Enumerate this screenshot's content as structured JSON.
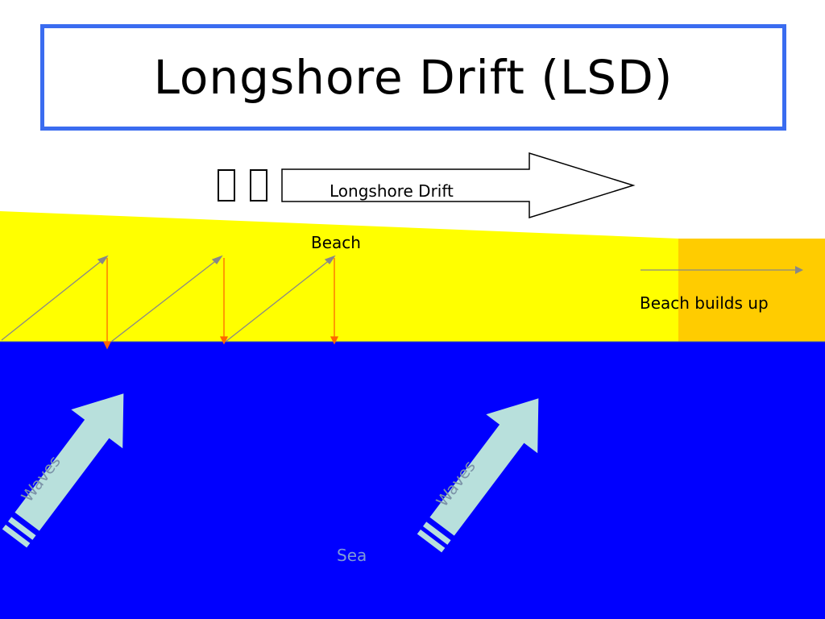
{
  "title": "Longshore Drift (LSD)",
  "labels": {
    "arrow": "Longshore Drift",
    "beach": "Beach",
    "beach_builds_up": "Beach builds up",
    "sea": "Sea",
    "waves_left": "Waves",
    "waves_right": "Waves"
  },
  "colors": {
    "title_border": "#3a6cf0",
    "sand": "#ffff00",
    "sea": "#0000ff",
    "build_up": "#ffcc00",
    "wave_arrow": "#b8e0dc",
    "swash": "#888888",
    "backwash": "#ff6600"
  },
  "icons": [
    "missing-glyph-icon",
    "missing-glyph-icon"
  ]
}
